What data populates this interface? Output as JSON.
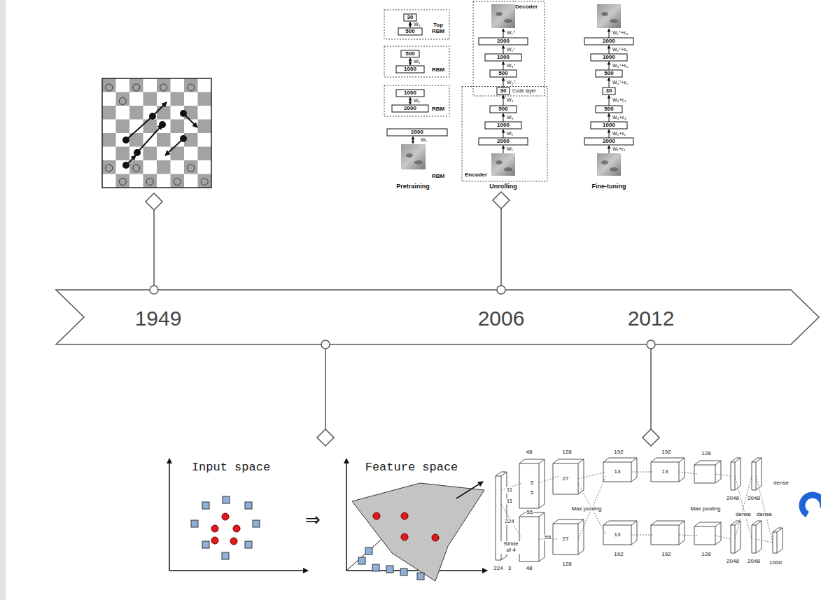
{
  "diagram": {
    "nodes": [
      {
        "text": [
          "1949",
          "2006",
          "2012"
        ]
      }
    ],
    "labels": [
      "30",
      "W₄",
      "500",
      "Top RBM",
      "500",
      "W₃",
      "1000",
      "RBM",
      "1000",
      "W₂",
      "2000",
      "RBM",
      "2000",
      "W₁",
      "RBM",
      "Pretraining",
      "Decoder",
      "W₁ᵀ",
      "2000",
      "W₂ᵀ",
      "1000",
      "W₃ᵀ",
      "500",
      "W₄ᵀ",
      "30",
      "Code layer",
      "W₄",
      "500",
      "W₃",
      "1000",
      "W₂",
      "2000",
      "W₁",
      "Encoder",
      "Unrolling",
      "W₁ᵀ+ε₈",
      "2000",
      "W₂ᵀ+ε₇",
      "1000",
      "W₃ᵀ+ε₆",
      "500",
      "W₄ᵀ+ε₅",
      "30",
      "W₄+ε₄",
      "500",
      "W₃+ε₃",
      "1000",
      "W₂+ε₂",
      "2000",
      "W₁+ε₁",
      "Fine-tuning",
      "Input space",
      "⇒",
      "Feature space",
      "224",
      "224",
      "11",
      "11",
      "3",
      "Stride of 4",
      "5",
      "5",
      "55",
      "55",
      "48",
      "48",
      "27",
      "27",
      "128",
      "128",
      "Max pooling",
      "13",
      "13",
      "192",
      "192",
      "192",
      "192",
      "13",
      "128",
      "128",
      "Max pooling",
      "2048",
      "2048",
      "2048",
      "2048",
      "dense",
      "dense",
      "dense",
      "1000"
    ]
  }
}
